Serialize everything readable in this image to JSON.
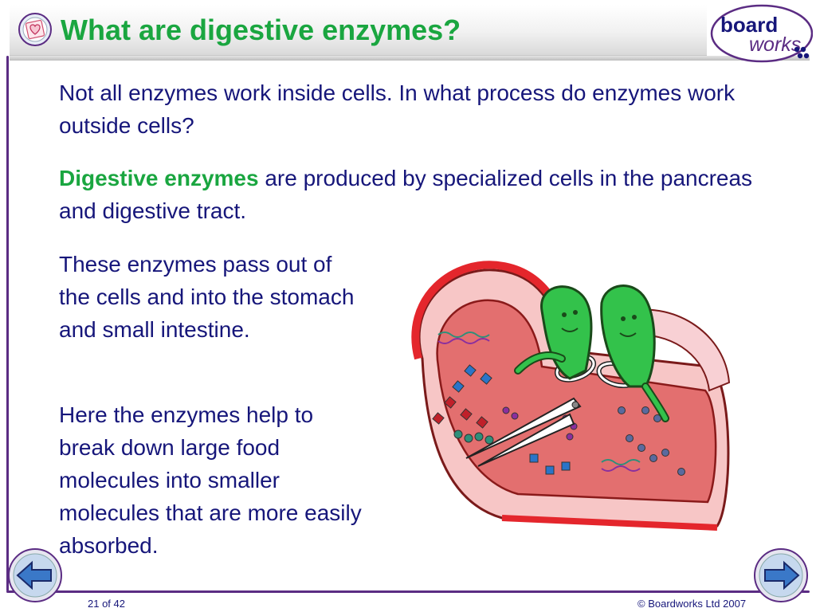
{
  "slide": {
    "title": "What are digestive enzymes?",
    "logo": {
      "line1": "board",
      "line2": "works"
    },
    "paragraphs": {
      "p1": "Not all enzymes work inside cells. In what process do enzymes work outside cells?",
      "p2_highlight": "Digestive enzymes",
      "p2_rest": " are produced by specialized cells in the pancreas and digestive tract.",
      "p3": "These enzymes pass out of the cells and into the stomach and small intestine.",
      "p4": "Here the enzymes help to break down large food molecules into smaller molecules that are more easily absorbed."
    }
  },
  "navigation": {
    "prev_icon": "arrow-left-icon",
    "next_icon": "arrow-right-icon"
  },
  "footer": {
    "page": "21 of 42",
    "copyright": "© Boardworks Ltd 2007"
  },
  "colors": {
    "title_green": "#1aa640",
    "body_blue": "#16167a",
    "frame_purple": "#5b2c83"
  }
}
